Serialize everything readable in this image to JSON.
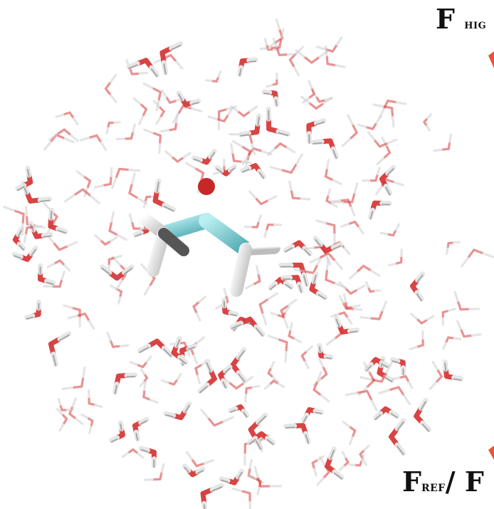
{
  "labels": {
    "top": {
      "big": "F",
      "small": "HIG"
    },
    "bottom": {
      "big1": "F",
      "small1": "REF",
      "slash": "/",
      "big2": "F"
    }
  },
  "colors": {
    "oxygen": "#d63a3a",
    "hydrogen": "#f2f2f2",
    "carbon": "#7fcfd6",
    "bond_shadow": "#777777",
    "accent_arrow": "#e8553a"
  },
  "scene_description_icons": [
    "water-molecule-icon",
    "solute-molecule-icon"
  ]
}
